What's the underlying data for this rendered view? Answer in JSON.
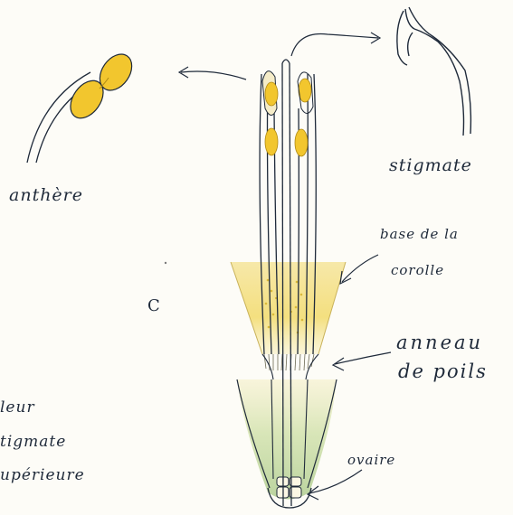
{
  "labels": {
    "anthere": "anthère",
    "stigmate": "stigmate",
    "base_line1": "base de la",
    "base_line2": "corolle",
    "anneau_line1": "anneau",
    "anneau_line2": "de poils",
    "ovaire": "ovaire",
    "panel_letter": "C",
    "left_caption_line1": "leur",
    "left_caption_line2": "tigmate",
    "left_caption_line3": "upérieure"
  },
  "colors": {
    "ink": "#1f2a3a",
    "pollen_yellow": "#f2c62e",
    "corolla_yellow": "#f3dc72",
    "ovary_green": "#b8d39a"
  }
}
